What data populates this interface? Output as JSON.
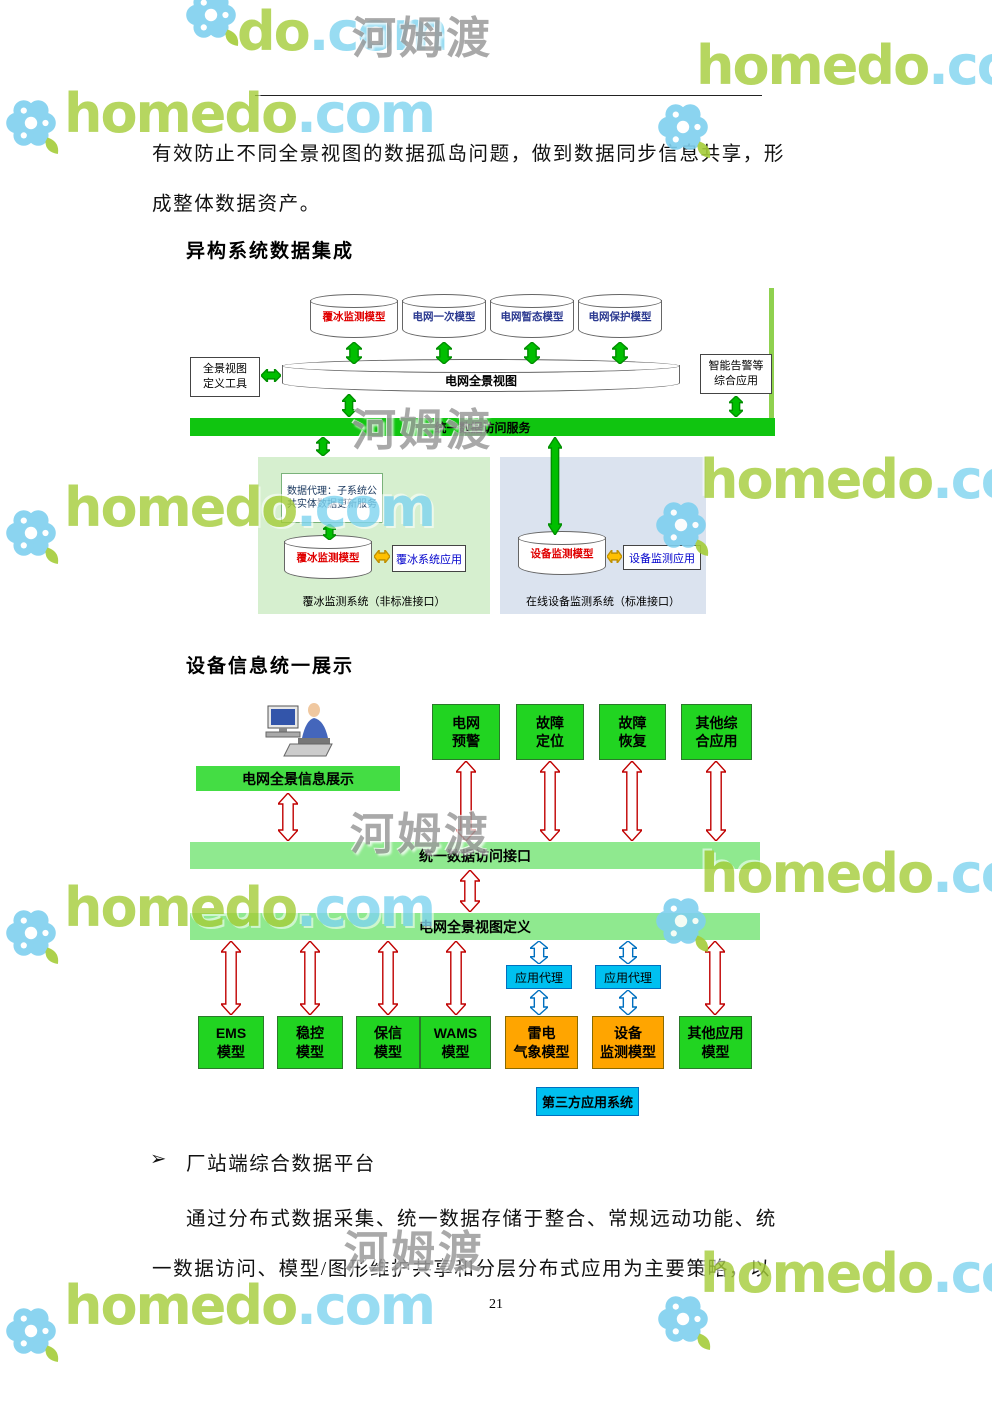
{
  "page": {
    "number": "21"
  },
  "colors": {
    "bright_green": "#21d421",
    "bar_green": "#8fe98f",
    "service_bar_green": "#10c510",
    "orange": "#ffa500",
    "cyan": "#00c0f0",
    "red_arrow": "#c00000",
    "blue_arrow": "#0070c0",
    "yellow_arrow": "#ffc000",
    "green_arrow": "#00bf00",
    "watermark_green": "#a5cd39",
    "watermark_cyan": "#7fd4f0"
  },
  "text": {
    "para1_line1": "有效防止不同全景视图的数据孤岛问题，做到数据同步信息共享，形",
    "para1_line2": "成整体数据资产。",
    "heading1": "异构系统数据集成",
    "heading2": "设备信息统一展示",
    "bullet_glyph": "➢",
    "bullet_text": "厂站端综合数据平台",
    "para2_line1": "通过分布式数据采集、统一数据存储于整合、常规远动功能、统",
    "para2_line2": "一数据访问、模型/图形维护共享和分层分布式应用为主要策略，以"
  },
  "diagram1": {
    "top_cylinders": [
      "覆冰监测模型",
      "电网一次模型",
      "电网暂态模型",
      "电网保护模型"
    ],
    "main_cylinder": "电网全景视图",
    "left_tool": "全景视图\n定义工具",
    "right_app": "智能告警等\n综合应用",
    "service_bar": "统一数据访问服务",
    "left_subsystem": {
      "agent_box": "数据代理：子系统公共实体数据更新服务",
      "cylinder": "覆冰监测模型",
      "app_box": "覆冰系统应用",
      "caption": "覆冰监测系统（非标准接口）"
    },
    "right_subsystem": {
      "cylinder": "设备监测模型",
      "app_box": "设备监测应用",
      "caption": "在线设备监测系统（标准接口）"
    }
  },
  "diagram2": {
    "top_boxes": [
      "电网\n预警",
      "故障\n定位",
      "故障\n恢复",
      "其他综\n合应用"
    ],
    "display_bar": "电网全景信息展示",
    "access_bar": "统一数据访问接口",
    "definition_bar": "电网全景视图定义",
    "proxy1": "应用代理",
    "proxy2": "应用代理",
    "bottom_boxes": [
      "EMS\n模型",
      "稳控\n模型",
      "保信\n模型",
      "WAMS\n模型",
      "雷电\n气象模型",
      "设备\n监测模型",
      "其他应用\n模型"
    ],
    "third_party": "第三方应用系统"
  },
  "watermarks": {
    "cn_text": "河姆渡",
    "brand": [
      {
        "green": "do",
        "cyan": ".com"
      },
      {
        "green": "homedo",
        "cyan": ".com"
      },
      {
        "green": "homedo",
        "cyan": ".com"
      },
      {
        "green": "homedo",
        "cyan": ".com"
      },
      {
        "green": "homedo",
        "cyan": ".com"
      },
      {
        "green": "homedo",
        "cyan": ".com"
      },
      {
        "green": "homedo",
        "cyan": ".com"
      },
      {
        "green": "homedo",
        "cyan": ".com"
      },
      {
        "green": "homedo",
        "cyan": ".com"
      }
    ]
  }
}
